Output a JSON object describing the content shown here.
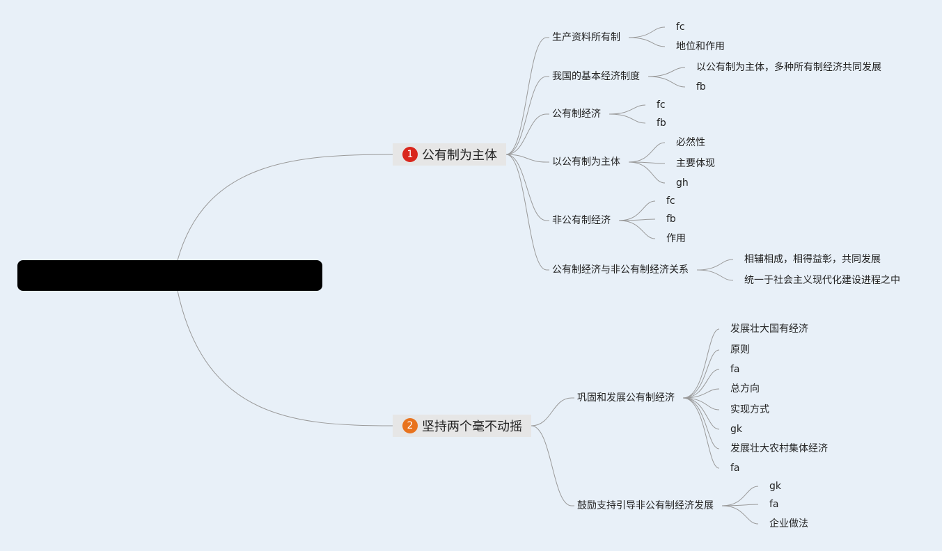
{
  "colors": {
    "background": "#e8f0f8",
    "line": "#9a9a9a",
    "badge1": "#d9261c",
    "badge2": "#e8731e"
  },
  "topic1": {
    "badge": "1",
    "title": "公有制为主体",
    "children": [
      {
        "label": "生产资料所有制",
        "children": [
          "fc",
          "地位和作用"
        ]
      },
      {
        "label": "我国的基本经济制度",
        "children": [
          "以公有制为主体，多种所有制经济共同发展",
          "fb"
        ]
      },
      {
        "label": "公有制经济",
        "children": [
          "fc",
          "fb"
        ]
      },
      {
        "label": "以公有制为主体",
        "children": [
          "必然性",
          "主要体现",
          "gh"
        ]
      },
      {
        "label": "非公有制经济",
        "children": [
          "fc",
          "fb",
          "作用"
        ]
      },
      {
        "label": "公有制经济与非公有制经济关系",
        "children": [
          "相辅相成，相得益彰，共同发展",
          "统一于社会主义现代化建设进程之中"
        ]
      }
    ]
  },
  "topic2": {
    "badge": "2",
    "title": "坚持两个毫不动摇",
    "children": [
      {
        "label": "巩固和发展公有制经济",
        "children": [
          "发展壮大国有经济",
          "原则",
          "fa",
          "总方向",
          "实现方式",
          "gk",
          "发展壮大农村集体经济",
          "fa"
        ]
      },
      {
        "label": "鼓励支持引导非公有制经济发展",
        "children": [
          "gk",
          "fa",
          "企业做法"
        ]
      }
    ]
  }
}
